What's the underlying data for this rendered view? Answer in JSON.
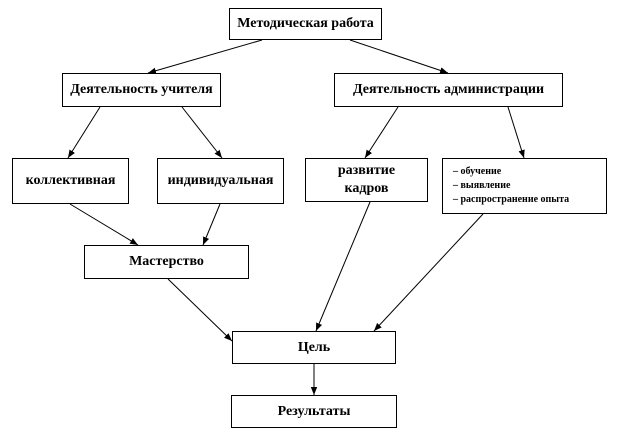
{
  "nodes": {
    "root": "Методическая работа",
    "teacher": "Деятельность учителя",
    "admin": "Деятельность администрации",
    "collective": "коллективная",
    "individual": "индивидуальная",
    "development_line1": "развитие",
    "development_line2": "кадров",
    "admin_list": [
      "обучение",
      "выявление",
      "распространение опыта"
    ],
    "mastery": "Мастерство",
    "goal": "Цель",
    "results": "Результаты"
  },
  "edges": [
    [
      "root",
      "teacher"
    ],
    [
      "root",
      "admin"
    ],
    [
      "teacher",
      "collective"
    ],
    [
      "teacher",
      "individual"
    ],
    [
      "admin",
      "development"
    ],
    [
      "admin",
      "admin_list"
    ],
    [
      "collective",
      "mastery"
    ],
    [
      "individual",
      "mastery"
    ],
    [
      "mastery",
      "goal"
    ],
    [
      "development",
      "goal"
    ],
    [
      "admin_list",
      "goal"
    ],
    [
      "goal",
      "results"
    ]
  ],
  "colors": {
    "line": "#000000",
    "box_border": "#000000",
    "background": "#ffffff"
  }
}
